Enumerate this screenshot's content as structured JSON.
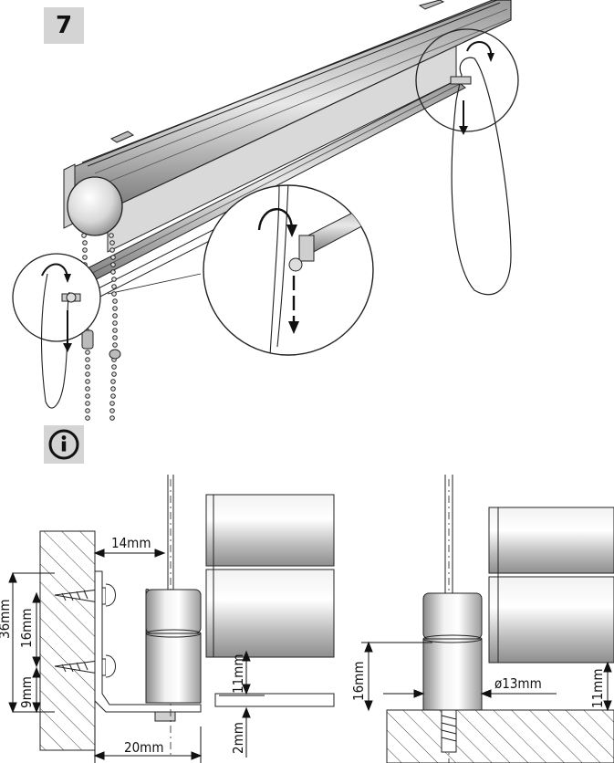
{
  "step": {
    "number": "7"
  },
  "info": {
    "icon": "info-circle-icon"
  },
  "dimensions": {
    "d14": "14mm",
    "d36": "36mm",
    "d16": "16mm",
    "d9": "9mm",
    "d11a": "11mm",
    "d2": "2mm",
    "d20": "20mm",
    "d16b": "16mm",
    "d13": "ø13mm",
    "d11b": "11mm"
  }
}
